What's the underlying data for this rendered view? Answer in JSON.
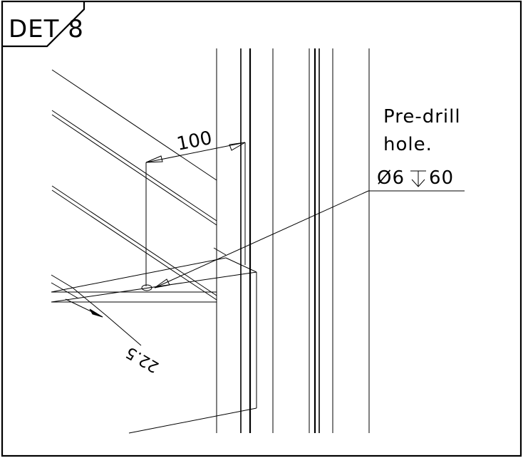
{
  "detail": {
    "title": "DET 8"
  },
  "dimensions": {
    "horizontal": "100",
    "diagonal": "22.5"
  },
  "annotation": {
    "line1": "Pre-drill",
    "line2": "hole.",
    "diameter_symbol": "Ø6",
    "depth_value": "60"
  }
}
